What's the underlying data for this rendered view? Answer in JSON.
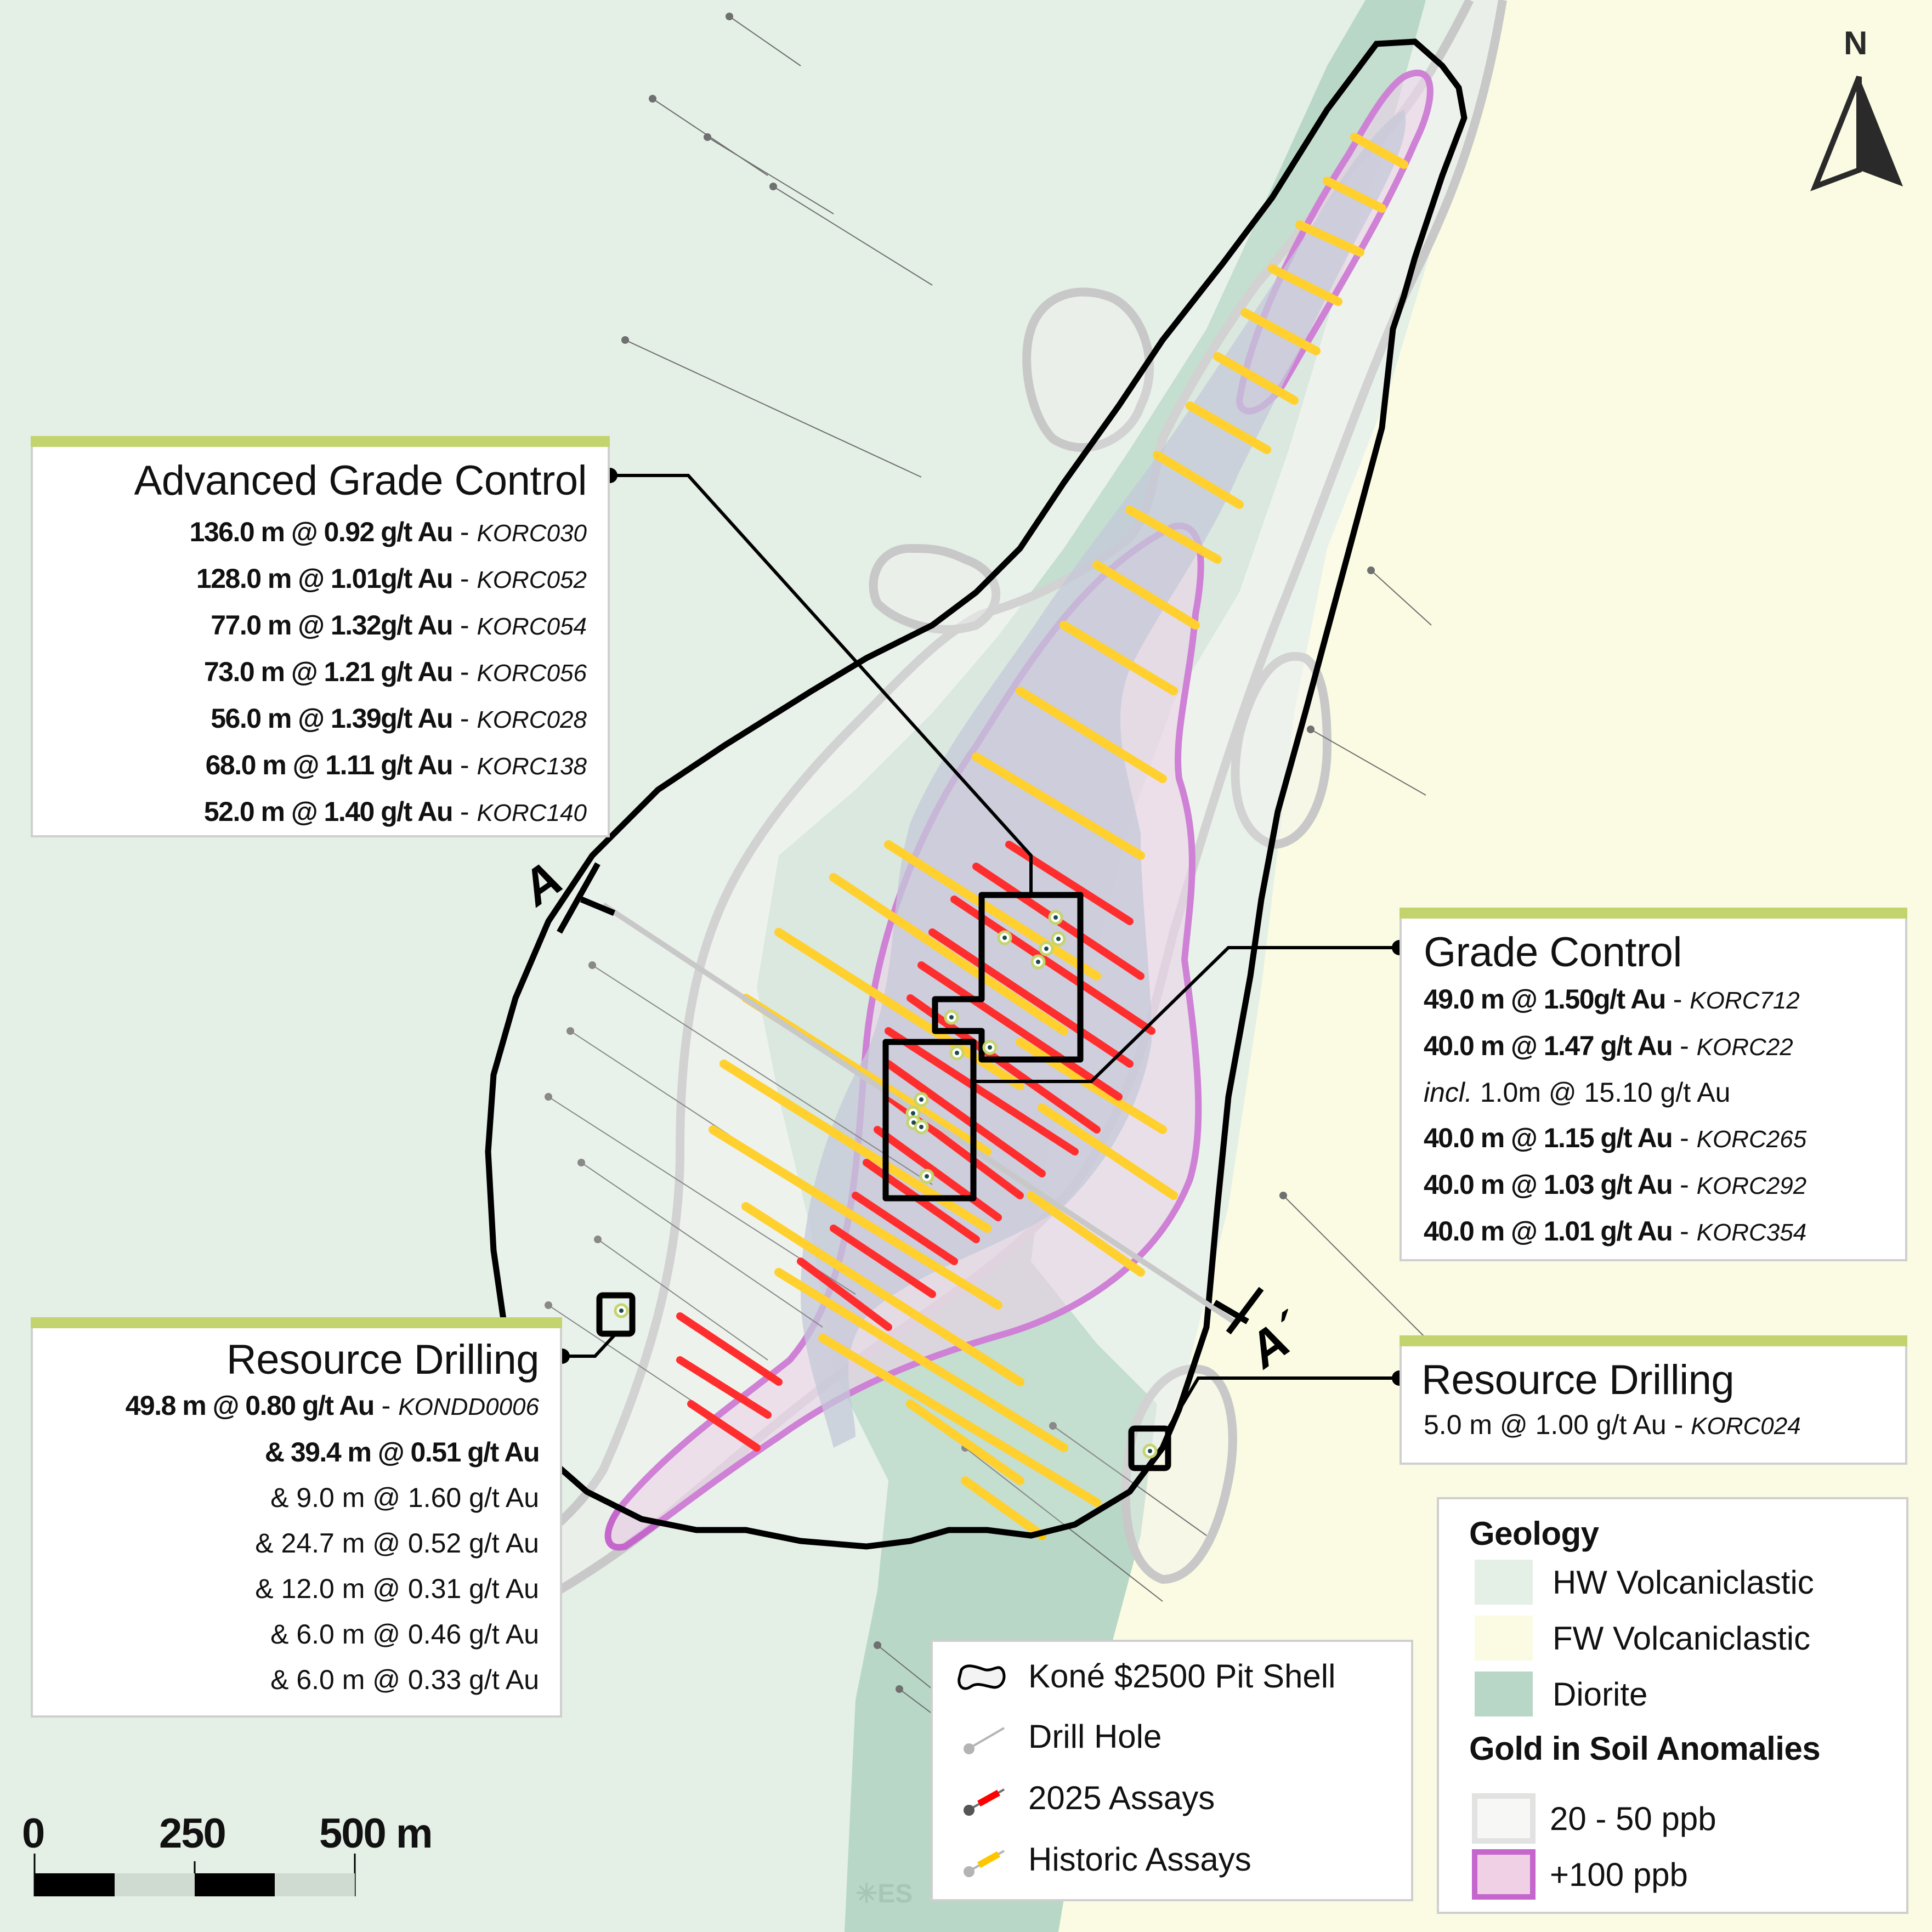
{
  "map": {
    "north_label": "N",
    "section_start_label": "A",
    "section_end_label": "A´",
    "watermark": "✳ES",
    "colors": {
      "hw_volcaniclastic": "#e4efe6",
      "fw_volcaniclastic": "#fafbe2",
      "diorite": "#b8d7c6",
      "soil_20_50_fill": "#f7f7f6",
      "soil_20_50_stroke": "#c8c8c8",
      "soil_100_fill": "#efd0e4",
      "soil_100_stroke": "#c466cc",
      "assay_2025": "#ff0000",
      "assay_historic": "#ffc600",
      "drill_hole": "#a9a9a9",
      "panel_accent": "#c3d46f"
    }
  },
  "panels": {
    "advanced_grade_control": {
      "title": "Advanced Grade Control",
      "rows": [
        {
          "interval": "136.0 m @ 0.92 g/t Au",
          "sep": " - ",
          "hole": "KORC030"
        },
        {
          "interval": "128.0 m @ 1.01g/t Au",
          "sep": " - ",
          "hole": "KORC052"
        },
        {
          "interval": "77.0 m @ 1.32g/t Au",
          "sep": " - ",
          "hole": "KORC054"
        },
        {
          "interval": "73.0 m @ 1.21 g/t Au",
          "sep": " - ",
          "hole": "KORC056"
        },
        {
          "interval": "56.0 m @ 1.39g/t Au",
          "sep": " - ",
          "hole": "KORC028"
        },
        {
          "interval": "68.0 m @ 1.11 g/t Au",
          "sep": " - ",
          "hole": "KORC138"
        },
        {
          "interval": "52.0 m @ 1.40 g/t Au",
          "sep": " - ",
          "hole": "KORC140"
        }
      ]
    },
    "grade_control": {
      "title": "Grade Control",
      "rows": [
        {
          "interval": "49.0 m @ 1.50g/t Au",
          "sep": " - ",
          "hole": "KORC712"
        },
        {
          "interval": "40.0 m @ 1.47 g/t Au",
          "sep": " - ",
          "hole": "KORC22"
        },
        {
          "prefix": "incl.",
          "text": " 1.0m @ 15.10 g/t Au"
        },
        {
          "interval": "40.0 m @ 1.15 g/t Au",
          "sep": " - ",
          "hole": "KORC265"
        },
        {
          "interval": "40.0 m @ 1.03 g/t Au",
          "sep": " - ",
          "hole": "KORC292"
        },
        {
          "interval": "40.0 m @ 1.01 g/t Au",
          "sep": " - ",
          "hole": "KORC354"
        }
      ]
    },
    "resource_drilling_west": {
      "title": "Resource Drilling",
      "rows": [
        {
          "interval": "49.8 m @ 0.80 g/t Au",
          "sep": " - ",
          "hole": "KONDD0006"
        },
        {
          "interval": "& 39.4 m @ 0.51 g/t Au"
        },
        {
          "text": "& 9.0 m @ 1.60 g/t Au"
        },
        {
          "text": "& 24.7 m @ 0.52 g/t Au"
        },
        {
          "text": "& 12.0 m @ 0.31 g/t Au"
        },
        {
          "text": "& 6.0 m @ 0.46 g/t Au"
        },
        {
          "text": "& 6.0 m @ 0.33 g/t Au"
        }
      ]
    },
    "resource_drilling_east": {
      "title": "Resource Drilling",
      "rows": [
        {
          "text": "5.0 m @ 1.00 g/t Au",
          "sep": " - ",
          "hole": "KORC024"
        }
      ]
    }
  },
  "legend_symbols": {
    "items": [
      {
        "label": "Koné $2500 Pit Shell",
        "icon": "pit-shell-icon"
      },
      {
        "label": "Drill Hole",
        "icon": "drill-hole-icon"
      },
      {
        "label": "2025 Assays",
        "icon": "assay-2025-icon"
      },
      {
        "label": "Historic Assays",
        "icon": "historic-assay-icon"
      }
    ]
  },
  "legend_geology": {
    "geology_heading": "Geology",
    "geology_items": [
      {
        "label": "HW Volcaniclastic",
        "color": "#e4efe6"
      },
      {
        "label": "FW Volcaniclastic",
        "color": "#fafbe2"
      },
      {
        "label": "Diorite",
        "color": "#b8d7c6"
      }
    ],
    "soil_heading": "Gold in Soil Anomalies",
    "soil_items": [
      {
        "label": "20 - 50 ppb",
        "fill": "#f7f7f6",
        "stroke": "#e2e2e2"
      },
      {
        "label": "+100 ppb",
        "fill": "#efd0e4",
        "stroke": "#c466cc"
      }
    ]
  },
  "scale_bar": {
    "labels": [
      "0",
      "250",
      "500 m"
    ],
    "unit": "m"
  }
}
